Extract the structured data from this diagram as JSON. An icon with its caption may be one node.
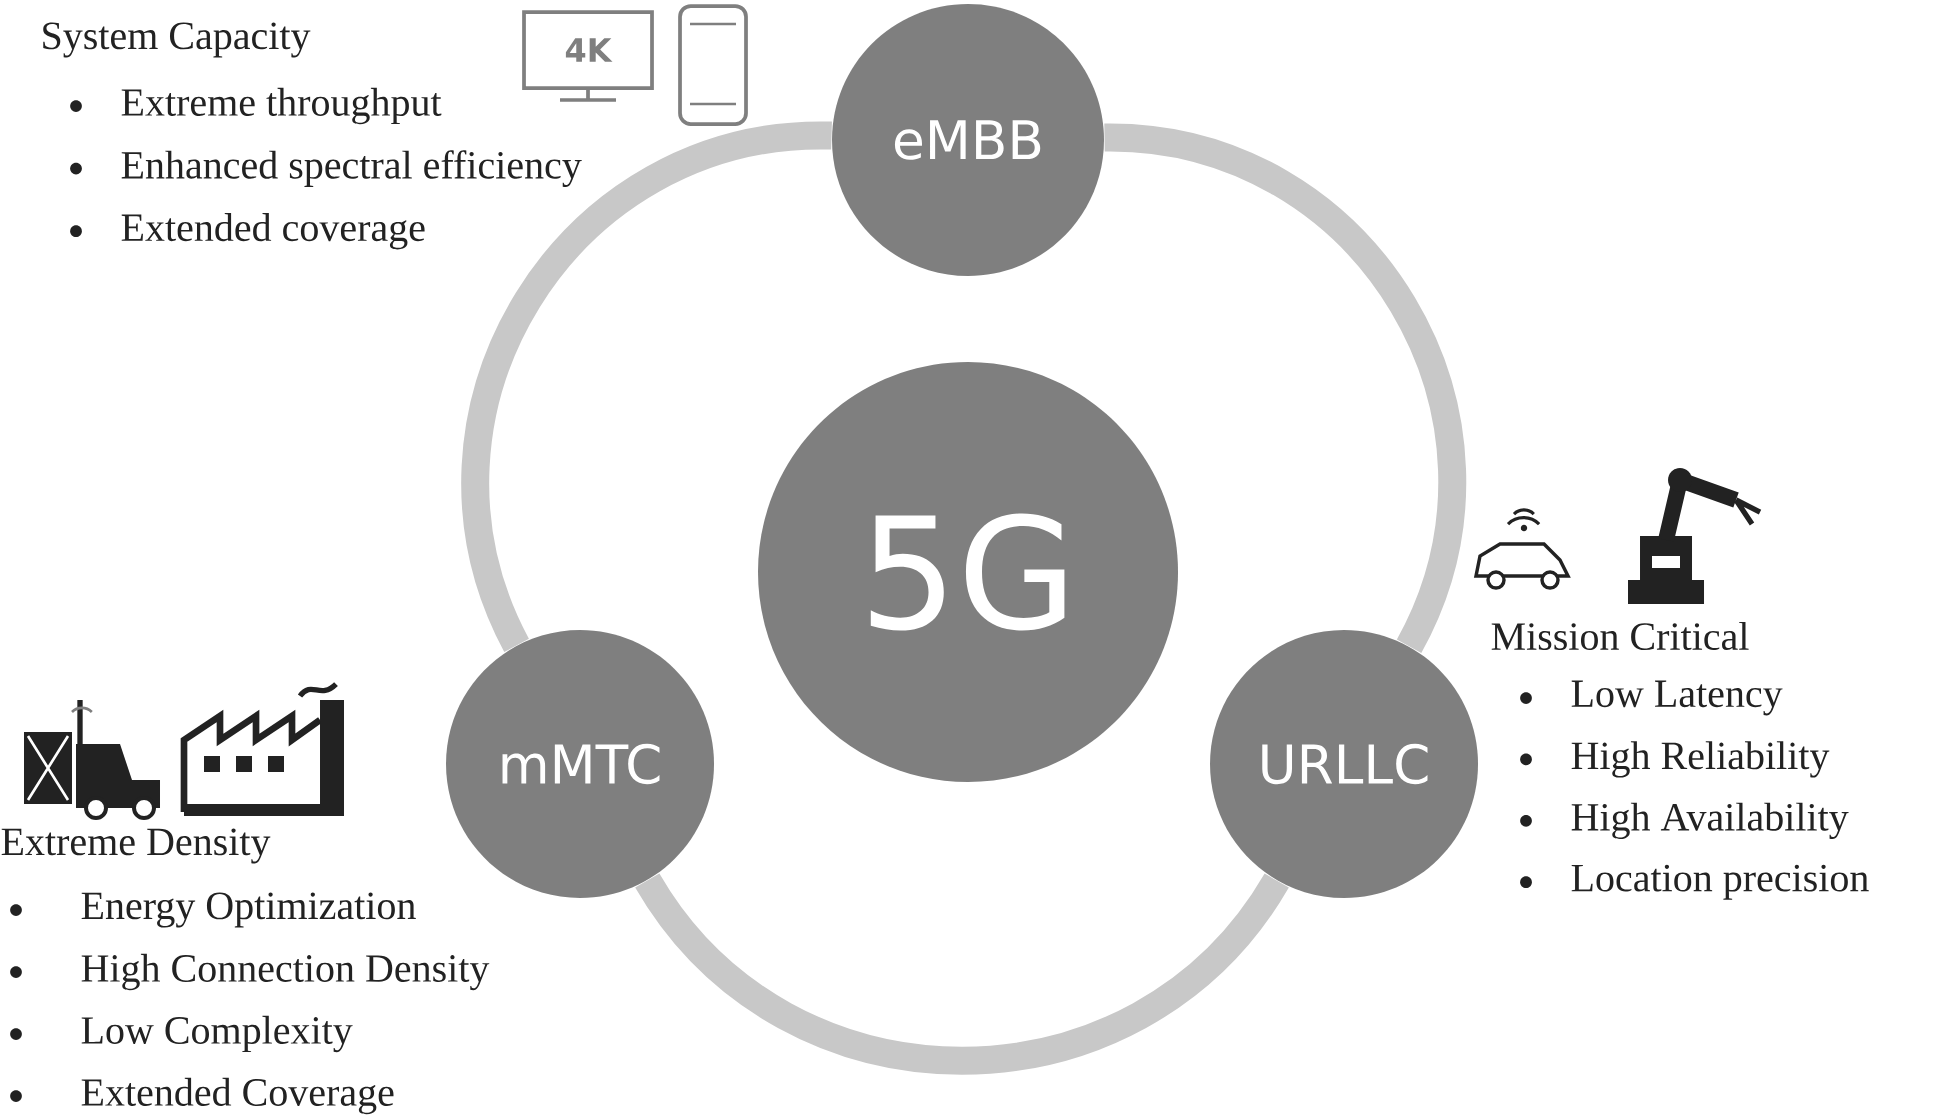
{
  "diagram": {
    "nodes": [
      {
        "text": [
          "eMBB"
        ],
        "beside": [
          "System Capacity",
          "Extreme throughput",
          "Enhanced spectral efficiency",
          "Extended coverage"
        ]
      },
      {
        "text": [
          "5G"
        ]
      },
      {
        "text": [
          "mMTC"
        ],
        "beside": [
          "Extreme Density",
          "Energy Optimization",
          "High Connection Density",
          "Low Complexity",
          "Extended Coverage"
        ]
      },
      {
        "text": [
          "URLLC"
        ],
        "beside": [
          "Mission Critical",
          "Low Latency",
          "High Reliability",
          "High Availability",
          "Location precision"
        ]
      }
    ],
    "edges": [
      {
        "from": 0,
        "to": 3,
        "arrow": "none"
      },
      {
        "from": 3,
        "to": 2,
        "arrow": "none"
      },
      {
        "from": 2,
        "to": 0,
        "arrow": "none"
      }
    ],
    "labels": [
      "4K"
    ]
  }
}
